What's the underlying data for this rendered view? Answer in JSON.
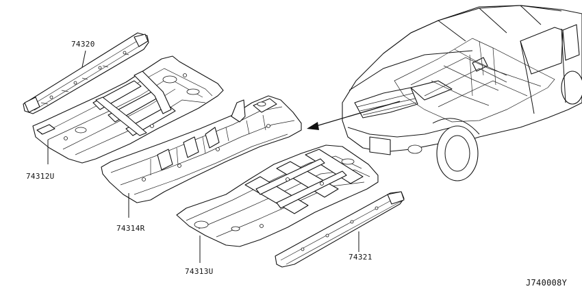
{
  "diagram": {
    "labels": {
      "rail_left": "74320",
      "floor_front": "74312U",
      "floor_center": "74314R",
      "floor_rear": "74313U",
      "rail_right": "74321"
    },
    "code": "J740008Y"
  }
}
